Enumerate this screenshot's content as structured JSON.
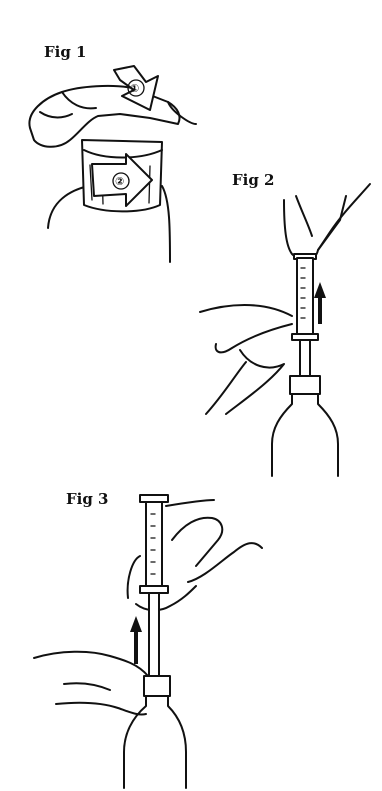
{
  "figures": [
    {
      "label": "Fig 1",
      "steps": [
        "①",
        "②"
      ]
    },
    {
      "label": "Fig 2"
    },
    {
      "label": "Fig 3"
    }
  ],
  "colors": {
    "ink": "#111111",
    "background": "#ffffff"
  }
}
